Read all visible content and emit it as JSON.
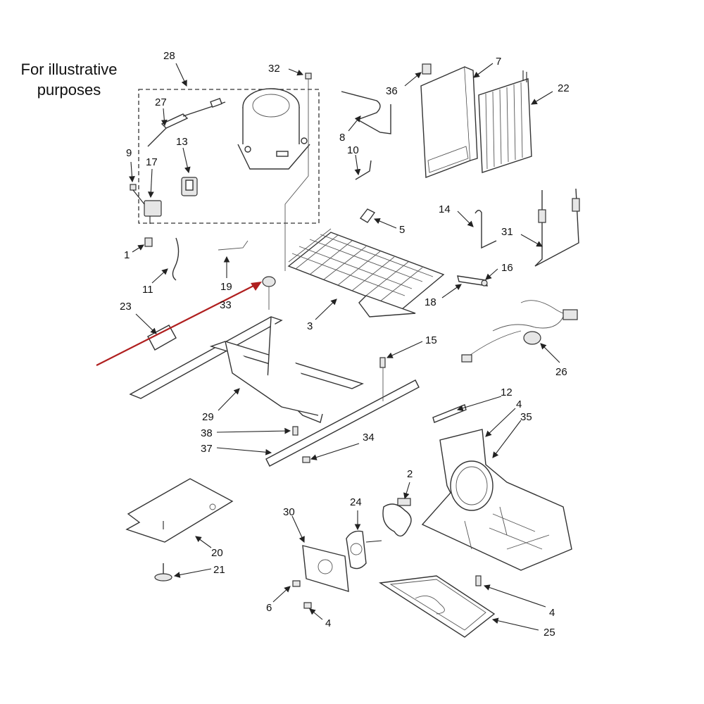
{
  "note": {
    "line1": "For illustrative",
    "line2": "purposes"
  },
  "colors": {
    "pointer_arrow": "#b01f1f",
    "linework": "#333333",
    "background": "#ffffff"
  },
  "callouts": {
    "c1": "1",
    "c2": "2",
    "c3": "3",
    "c4a": "4",
    "c4b": "4",
    "c4c": "4",
    "c5": "5",
    "c6": "6",
    "c7": "7",
    "c8": "8",
    "c9": "9",
    "c10": "10",
    "c11": "11",
    "c12": "12",
    "c13": "13",
    "c14": "14",
    "c15": "15",
    "c16": "16",
    "c17": "17",
    "c18": "18",
    "c19": "19",
    "c20": "20",
    "c21": "21",
    "c22": "22",
    "c23": "23",
    "c24": "24",
    "c25": "25",
    "c26": "26",
    "c27": "27",
    "c28": "28",
    "c29": "29",
    "c30": "30",
    "c31": "31",
    "c32": "32",
    "c33": "33",
    "c34": "34",
    "c35": "35",
    "c36": "36",
    "c37": "37",
    "c38": "38"
  }
}
